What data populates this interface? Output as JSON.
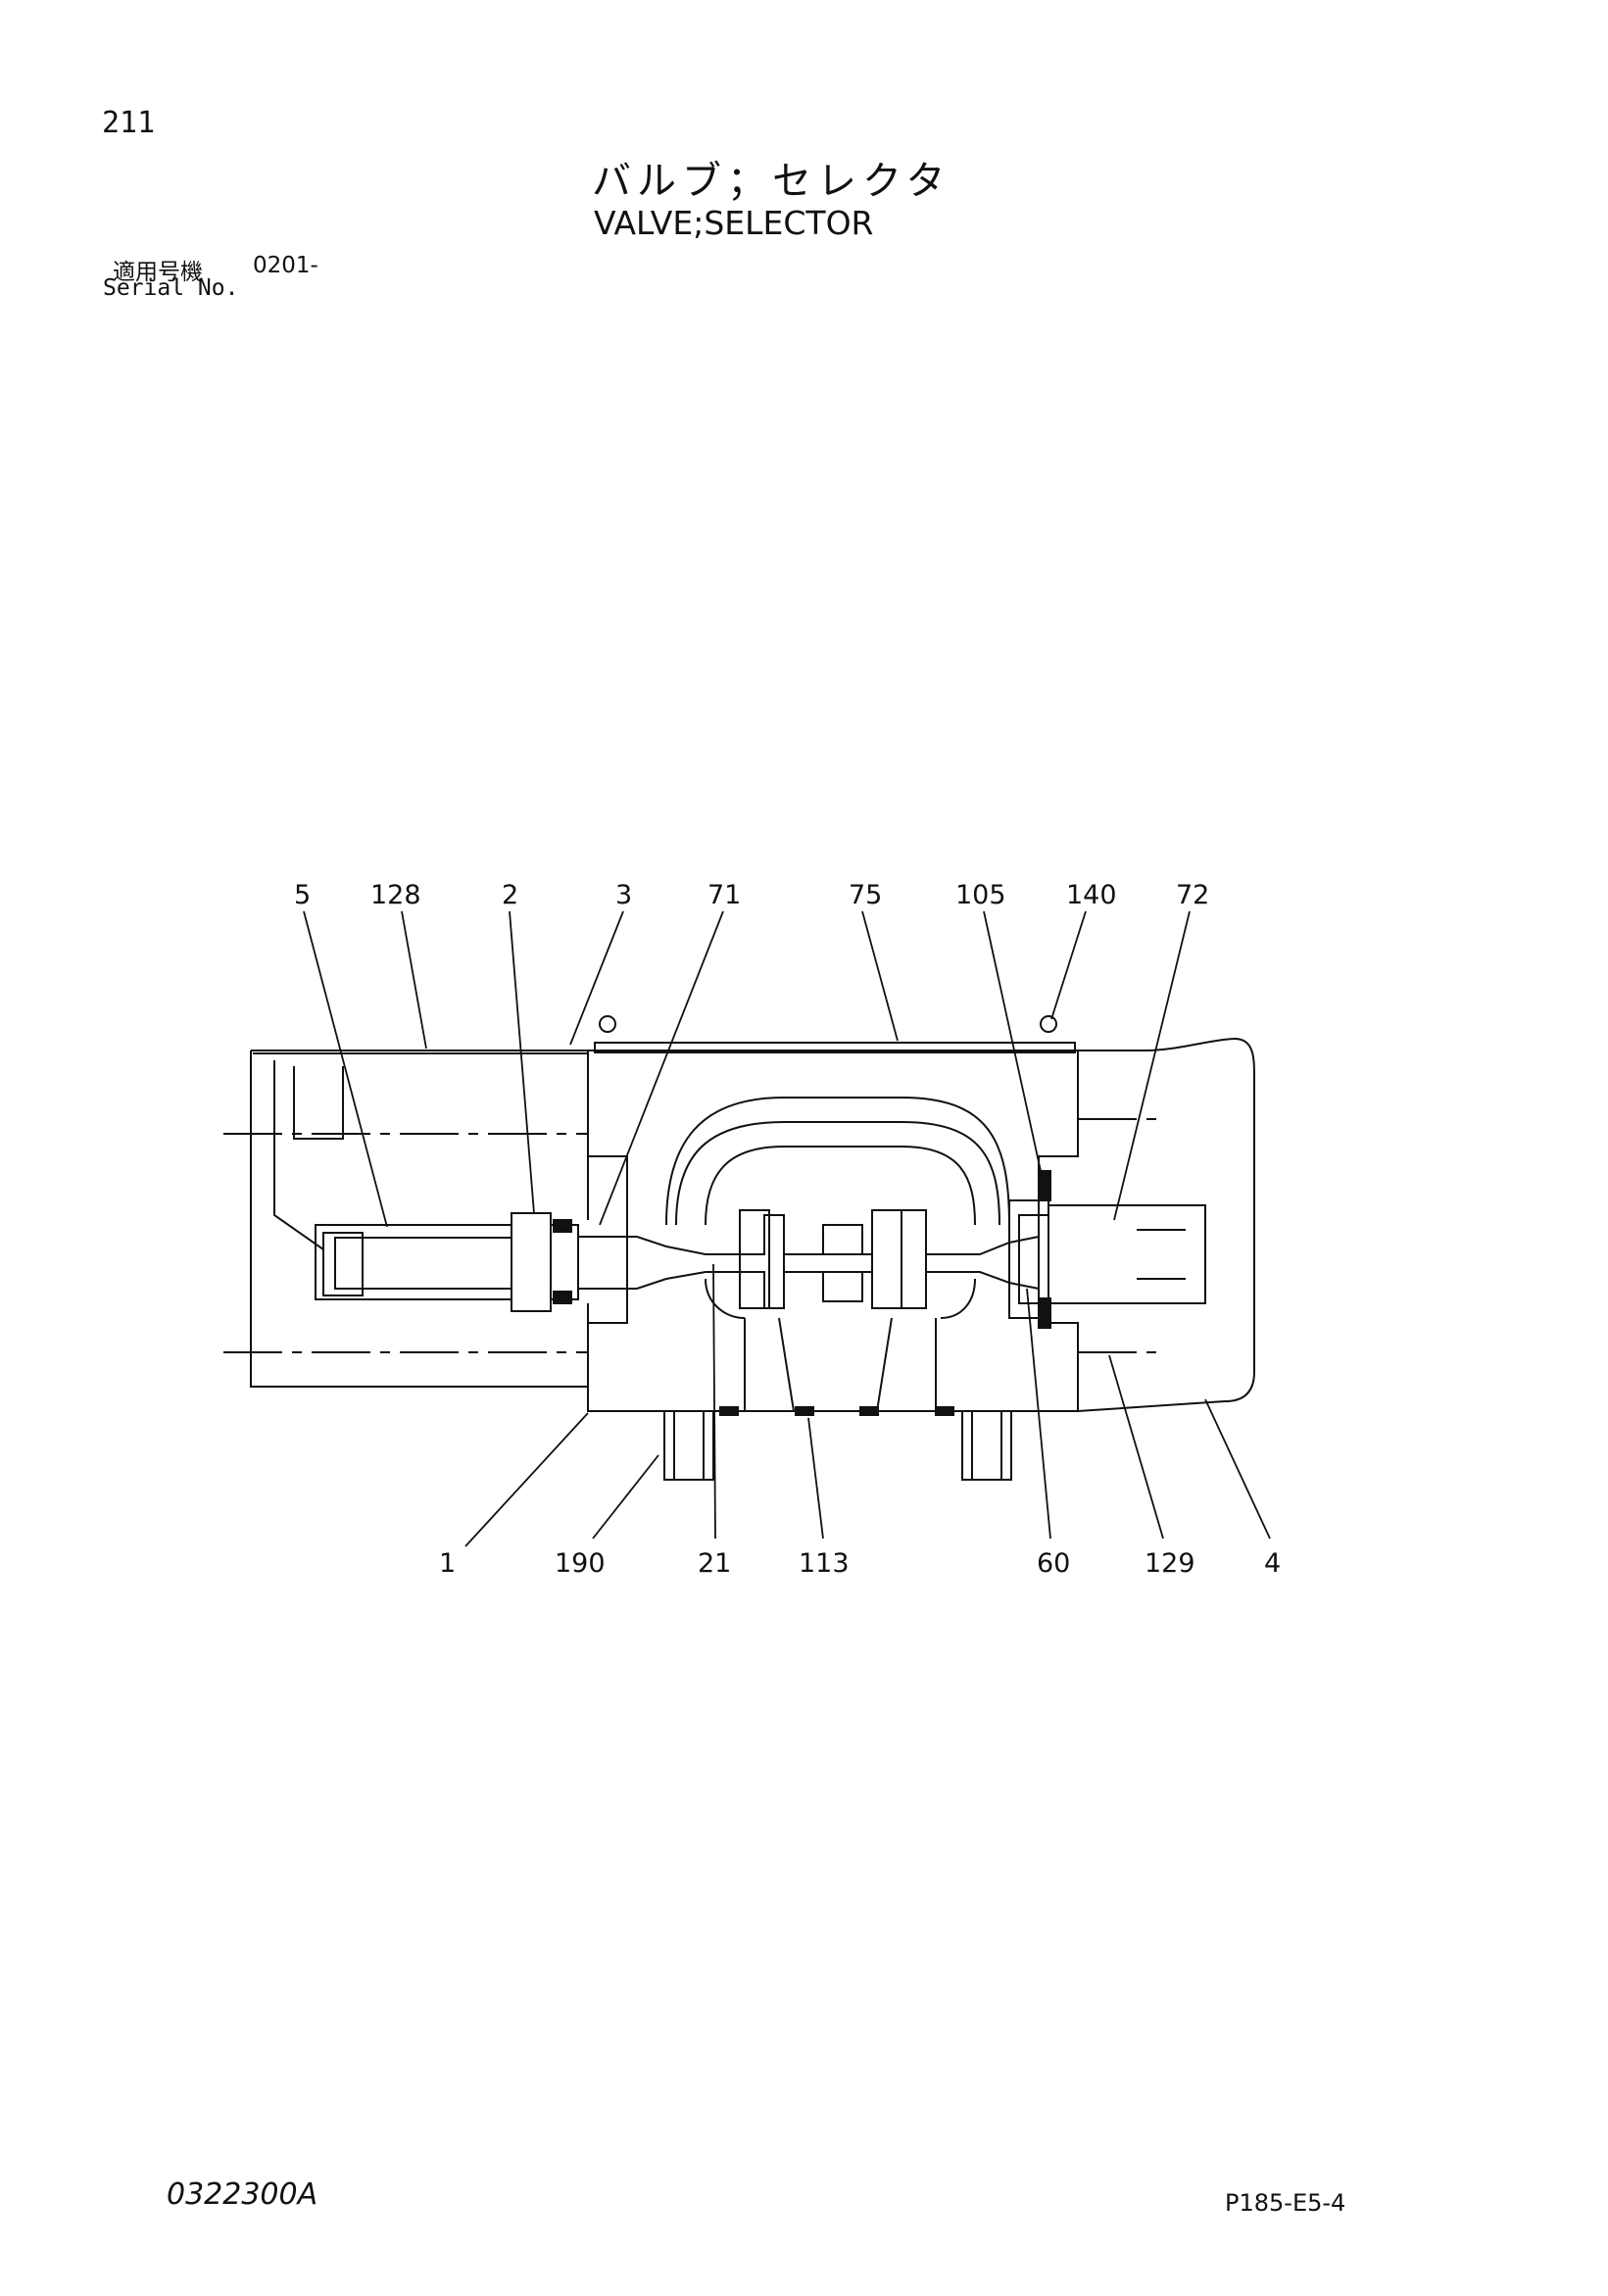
{
  "header": {
    "page_number": "211",
    "title_jp": "バルブ；セレクタ",
    "title_en": "VALVE;SELECTOR",
    "serial_label_jp": "適用号機",
    "serial_label_en": "Serial No.",
    "serial_value": "0201-"
  },
  "diagram": {
    "callouts_top": [
      "5",
      "128",
      "2",
      "3",
      "71",
      "75",
      "105",
      "140",
      "72"
    ],
    "callouts_bottom": [
      "1",
      "190",
      "21",
      "113",
      "60",
      "129",
      "4"
    ]
  },
  "footer": {
    "drawing_code": "0322300A",
    "page_ref": "P185-E5-4"
  }
}
